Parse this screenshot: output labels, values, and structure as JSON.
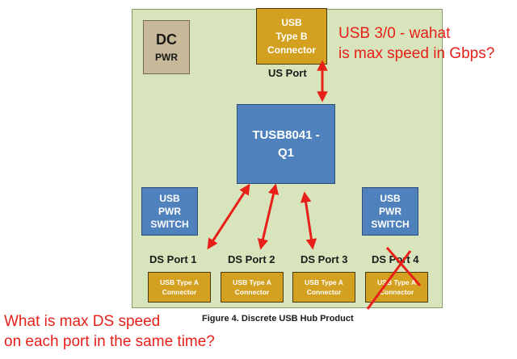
{
  "dc": {
    "line1": "DC",
    "line2": "PWR"
  },
  "us_connector": {
    "line1": "USB",
    "line2": "Type B",
    "line3": "Connector"
  },
  "us_port_label": "US Port",
  "hub_chip": {
    "line1": "TUSB8041 -",
    "line2": "Q1"
  },
  "power_switch_left": {
    "line1": "USB",
    "line2": "PWR",
    "line3": "SWITCH"
  },
  "power_switch_right": {
    "line1": "USB",
    "line2": "PWR",
    "line3": "SWITCH"
  },
  "ds_ports": [
    {
      "label": "DS Port 1",
      "connector_line1": "USB Type A",
      "connector_line2": "Connector"
    },
    {
      "label": "DS Port 2",
      "connector_line1": "USB Type A",
      "connector_line2": "Connector"
    },
    {
      "label": "DS Port 3",
      "connector_line1": "USB Type A",
      "connector_line2": "Connector"
    },
    {
      "label": "DS Port 4",
      "connector_line1": "USB Type A",
      "connector_line2": "Connector"
    }
  ],
  "caption": "Figure 4.  Discrete USB Hub Product",
  "annotations": {
    "top": {
      "line1": "USB 3/0 - wahat",
      "line2": "is max speed in Gbps?"
    },
    "bottom": {
      "line1": "What is max DS speed",
      "line2": "on each port in the same time?"
    }
  },
  "colors": {
    "board": "#d8e4bc",
    "chip_blue": "#4f81bd",
    "connector_gold": "#d4a020",
    "dc_tan": "#c8b99a",
    "annotation_red": "#e8201a"
  }
}
